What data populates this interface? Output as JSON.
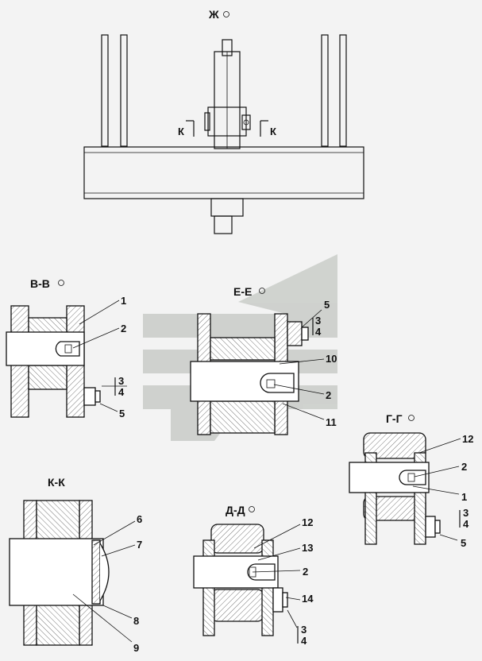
{
  "views": {
    "zh": "Ж",
    "vv": "В-В",
    "ee": "Е-Е",
    "gg": "Г-Г",
    "kk": "К-К",
    "dd": "Д-Д"
  },
  "section_marks": {
    "k_left": "К",
    "k_right": "К"
  },
  "callouts": {
    "c1": "1",
    "c2": "2",
    "c3": "3",
    "c4": "4",
    "c5": "5",
    "c6": "6",
    "c7": "7",
    "c8": "8",
    "c9": "9",
    "c10": "10",
    "c11": "11",
    "c12": "12",
    "c13": "13",
    "c14": "14"
  },
  "colors": {
    "line": "#111111",
    "hatch": "#777777",
    "background": "#f3f3f3",
    "watermark": "#c9ccc8"
  }
}
